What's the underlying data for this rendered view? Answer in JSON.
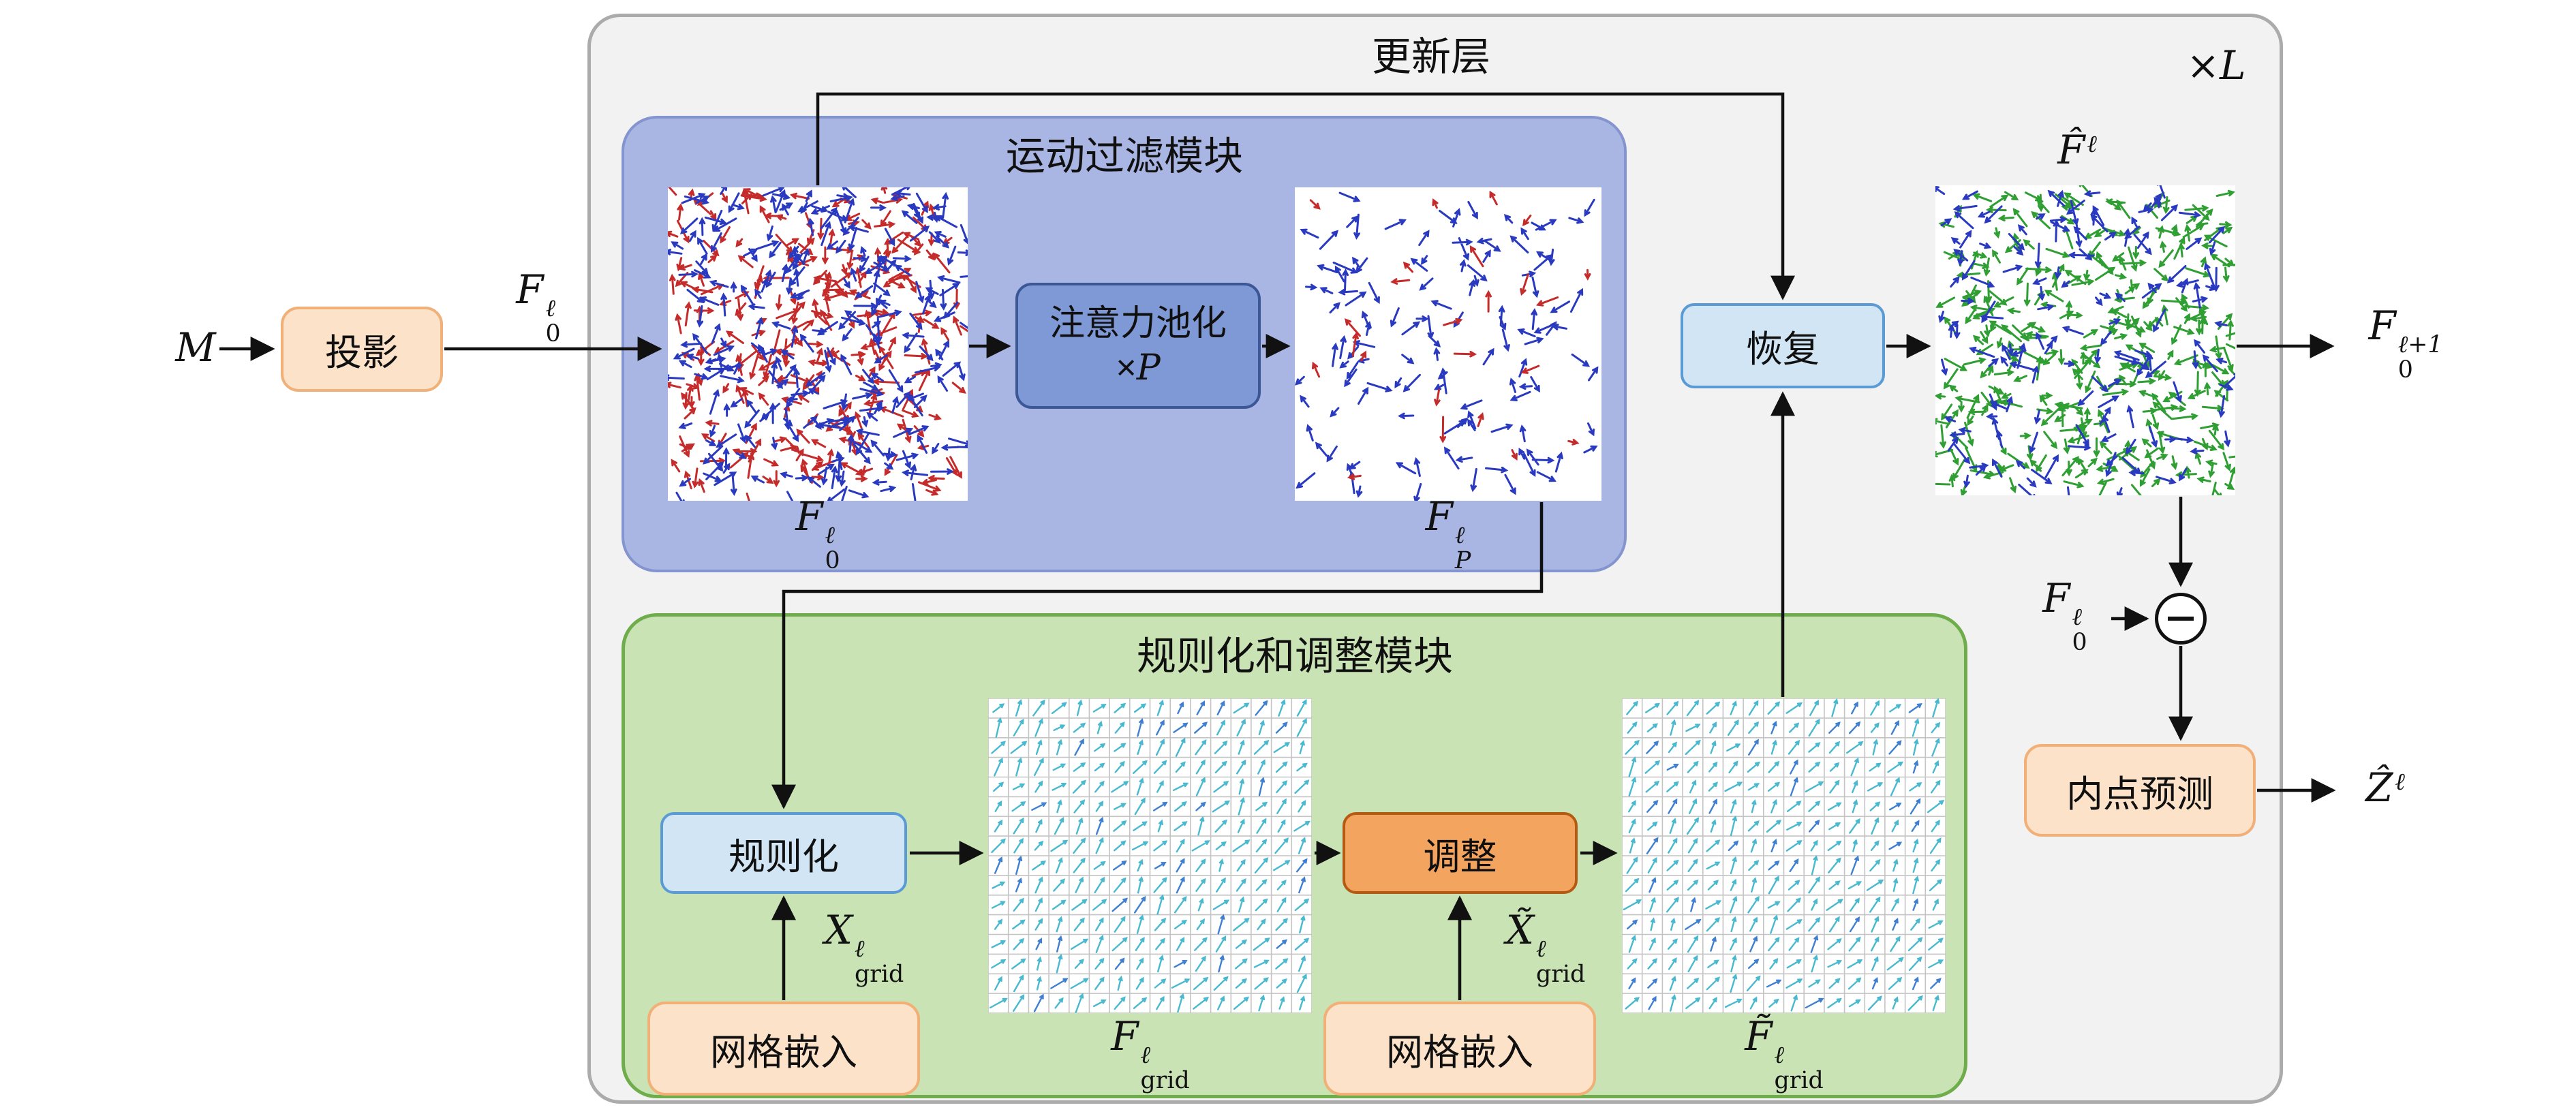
{
  "header": {
    "title": "更新层",
    "times": "×",
    "repeat_var": "L"
  },
  "motion_module": {
    "title": "运动过滤模块"
  },
  "attention": {
    "line1": "注意力池化",
    "times": "×",
    "var": "P"
  },
  "reg_module": {
    "title": "规则化和调整模块"
  },
  "nodes": {
    "projection": "投影",
    "recover": "恢复",
    "regularize": "规则化",
    "adjust": "调整",
    "grid_embed_a": "网格嵌入",
    "grid_embed_b": "网格嵌入",
    "inlier": "内点预测"
  },
  "math": {
    "m": {
      "base": "M"
    },
    "f0_edge": {
      "base": "F",
      "sup": "ℓ",
      "sub": "0"
    },
    "f0_image": {
      "base": "F",
      "sup": "ℓ",
      "sub": "0"
    },
    "fp_image": {
      "base": "F",
      "sup": "ℓ",
      "sub": "P"
    },
    "fhat": {
      "base": "F̂",
      "sup": "ℓ"
    },
    "f0_next": {
      "base": "F",
      "sup": "ℓ+1",
      "sub": "0"
    },
    "f0_minus": {
      "base": "F",
      "sup": "ℓ",
      "sub": "0"
    },
    "zhat": {
      "base": "Ẑ",
      "sup": "ℓ"
    },
    "x_grid": {
      "base": "X",
      "sup": "ℓ",
      "sub": "grid"
    },
    "x_grid_tilde": {
      "base": "X̃",
      "sup": "ℓ",
      "sub": "grid"
    },
    "f_grid": {
      "base": "F",
      "sup": "ℓ",
      "sub": "grid"
    },
    "f_grid_tilde": {
      "base": "F̃",
      "sup": "ℓ",
      "sub": "grid"
    }
  },
  "palette": {
    "outer_bg": "#f2f2f2",
    "outer_border": "#ababab",
    "motion_bg": "#a9b6e3",
    "motion_border": "#8494cf",
    "attention_bg": "#7e99d6",
    "attention_border": "#3c5795",
    "green_bg": "#c9e3b5",
    "green_border": "#6fad4c",
    "blue_node_bg": "#d2e5f5",
    "blue_node_border": "#5b9bd5",
    "orange_node_bg": "#f3a45f",
    "orange_node_border": "#b55a12",
    "peach_bg": "#fbe2c8",
    "peach_border": "#f0b078",
    "arrow": "#111111"
  },
  "figures": {
    "f0": {
      "type": "scatter",
      "count": 560,
      "colors": [
        "#c62b2b",
        "#2a3ac0"
      ],
      "weights": [
        0.5
      ],
      "seed": 7
    },
    "fp": {
      "type": "scatter",
      "count": 150,
      "colors": [
        "#2a3ac0",
        "#c62b2b"
      ],
      "weights": [
        0.78
      ],
      "seed": 21
    },
    "fhat": {
      "type": "scatter",
      "count": 500,
      "colors": [
        "#2f9e33",
        "#2a3ac0"
      ],
      "weights": [
        0.72
      ],
      "seed": 33
    },
    "grid1": {
      "type": "grid",
      "rows": 16,
      "cols": 16,
      "colors": [
        "#49b9cf",
        "#3f7fd2"
      ],
      "seed": 5
    },
    "grid2": {
      "type": "grid",
      "rows": 16,
      "cols": 16,
      "colors": [
        "#49b9cf",
        "#3f7fd2"
      ],
      "seed": 11
    }
  }
}
